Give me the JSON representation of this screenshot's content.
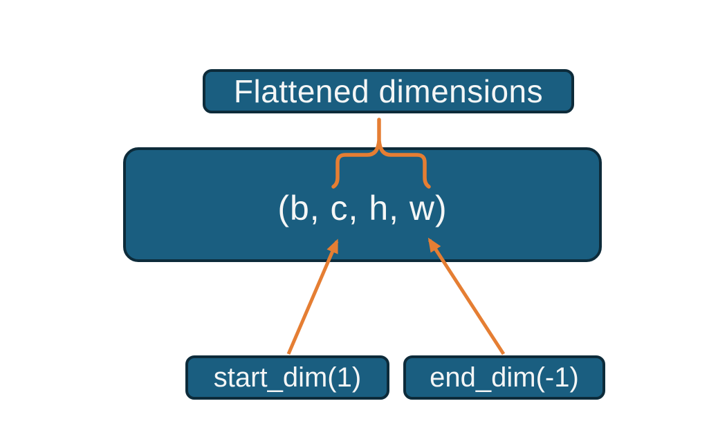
{
  "diagram": {
    "nodes": {
      "flattened": {
        "label": "Flattened dimensions"
      },
      "tensor": {
        "label": "(b, c, h, w)"
      },
      "start_dim": {
        "label": "start_dim(1)"
      },
      "end_dim": {
        "label": "end_dim(-1)"
      }
    },
    "connectors": {
      "overbrace": "brace spanning c, h, w linked up to Flattened dimensions",
      "start_dim_arrow": "arrow from start_dim(1) to dimension c",
      "end_dim_arrow": "arrow from end_dim(-1) to dimension w"
    },
    "colors": {
      "box_fill": "#1a5e80",
      "box_border": "#0d2b3a",
      "connector": "#e57e33",
      "text": "#f4f6f6",
      "background": "#ffffff"
    }
  }
}
